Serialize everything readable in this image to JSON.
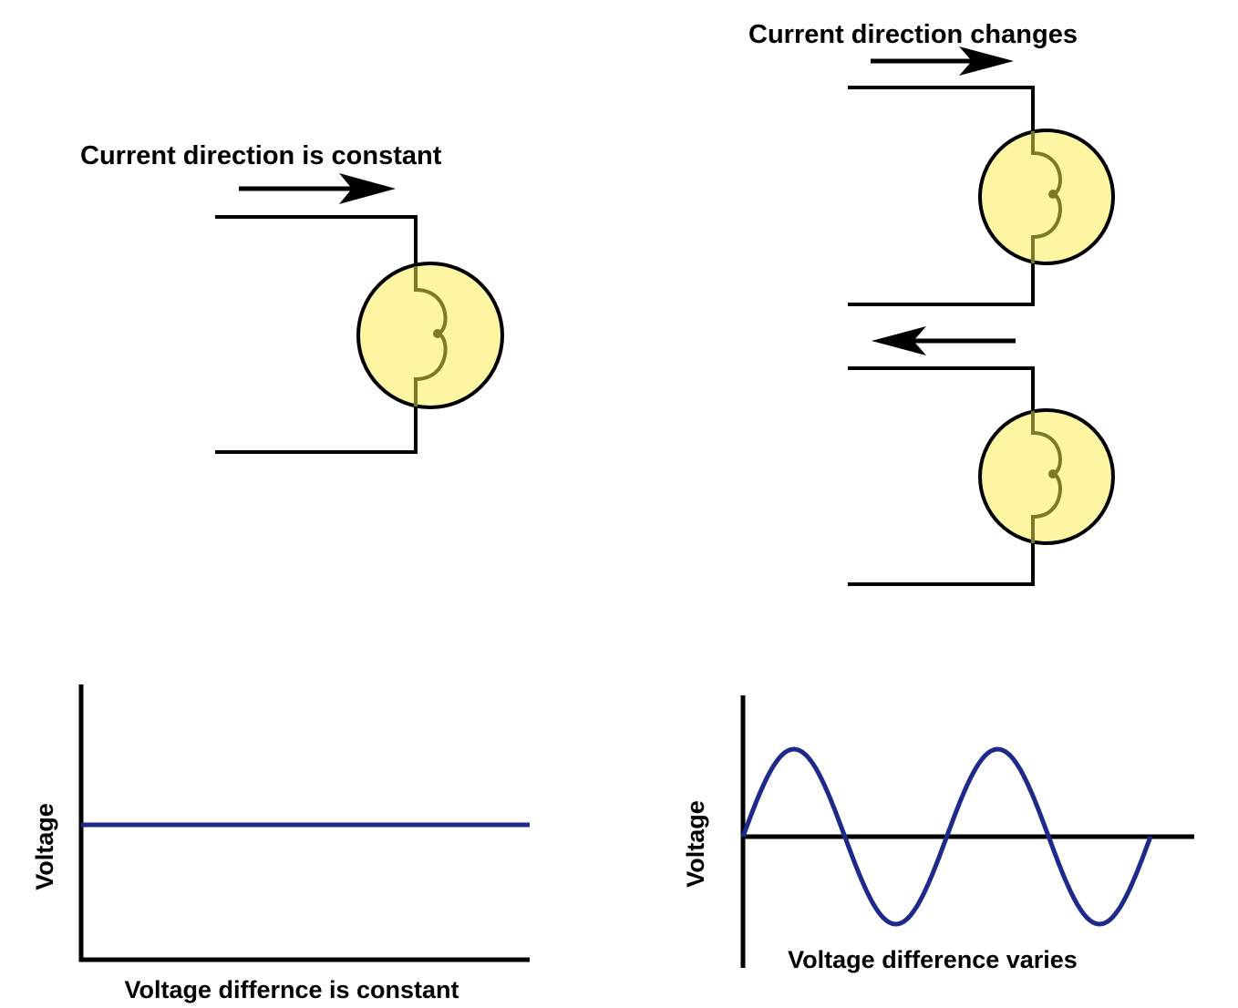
{
  "dc": {
    "label": "Current direction is constant",
    "graph_xlabel": "Voltage differnce is constant",
    "graph_ylabel": "Voltage"
  },
  "ac": {
    "label": "Current direction changes",
    "graph_xlabel": "Voltage difference varies",
    "graph_ylabel": "Voltage"
  },
  "colors": {
    "bulb_fill": "#fcf6a2",
    "filament": "#7a7a2a",
    "trace": "#1e2a8a",
    "line": "#000000"
  },
  "chart_data": [
    {
      "type": "line",
      "series": [
        {
          "x": [
            0,
            1
          ],
          "y": [
            1,
            1
          ]
        }
      ],
      "title": "",
      "xlabel": "Voltage differnce is constant",
      "ylabel": "Voltage",
      "grid": false
    },
    {
      "type": "line",
      "series": [
        {
          "function": "sine",
          "cycles": 2,
          "amplitude": 1
        }
      ],
      "title": "",
      "xlabel": "Voltage difference varies",
      "ylabel": "Voltage",
      "grid": false
    }
  ]
}
